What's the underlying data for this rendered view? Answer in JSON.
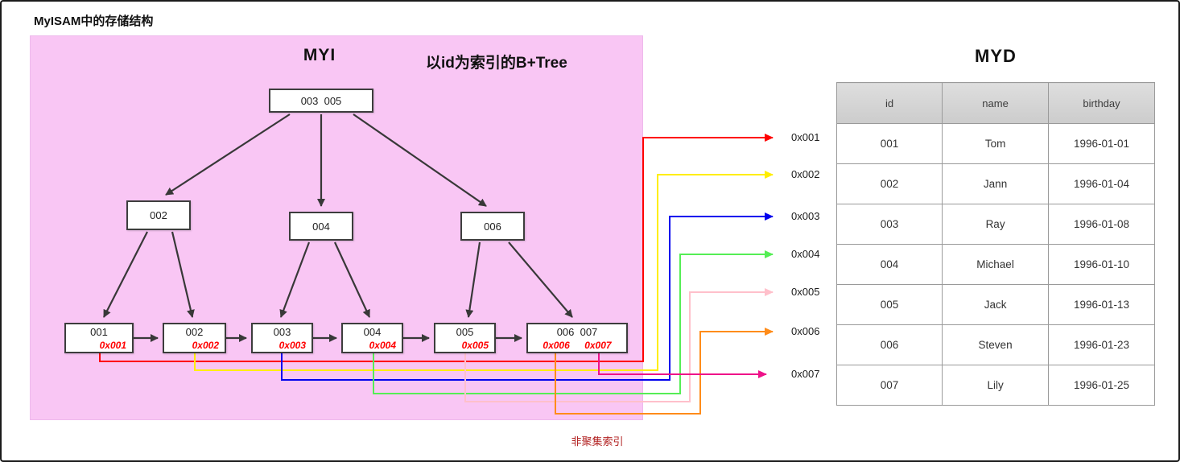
{
  "title": "MyISAM中的存储结构",
  "myi": {
    "label": "MYI",
    "subtitle": "以id为索引的B+Tree",
    "root": "003  005",
    "internal": [
      "002",
      "004",
      "006"
    ],
    "leaves": [
      {
        "key": "001",
        "ptrs": [
          "0x001"
        ]
      },
      {
        "key": "002",
        "ptrs": [
          "0x002"
        ]
      },
      {
        "key": "003",
        "ptrs": [
          "0x003"
        ]
      },
      {
        "key": "004",
        "ptrs": [
          "0x004"
        ]
      },
      {
        "key": "005",
        "ptrs": [
          "0x005"
        ]
      },
      {
        "key": "006  007",
        "ptrs": [
          "0x006",
          "0x007"
        ]
      }
    ]
  },
  "pointers": [
    {
      "label": "0x001",
      "color": "#ff0000"
    },
    {
      "label": "0x002",
      "color": "#ffee00"
    },
    {
      "label": "0x003",
      "color": "#0000ee"
    },
    {
      "label": "0x004",
      "color": "#55ee55"
    },
    {
      "label": "0x005",
      "color": "#ffc0cb"
    },
    {
      "label": "0x006",
      "color": "#ff8c1a"
    },
    {
      "label": "0x007",
      "color": "#ee1289"
    }
  ],
  "myd": {
    "label": "MYD",
    "columns": [
      "id",
      "name",
      "birthday"
    ],
    "rows": [
      [
        "001",
        "Tom",
        "1996-01-01"
      ],
      [
        "002",
        "Jann",
        "1996-01-04"
      ],
      [
        "003",
        "Ray",
        "1996-01-08"
      ],
      [
        "004",
        "Michael",
        "1996-01-10"
      ],
      [
        "005",
        "Jack",
        "1996-01-13"
      ],
      [
        "006",
        "Steven",
        "1996-01-23"
      ],
      [
        "007",
        "Lily",
        "1996-01-25"
      ]
    ]
  },
  "footer": "非聚集索引",
  "theme": {
    "panel_pink": "#f9c6f4",
    "edge_dark": "#383838"
  }
}
